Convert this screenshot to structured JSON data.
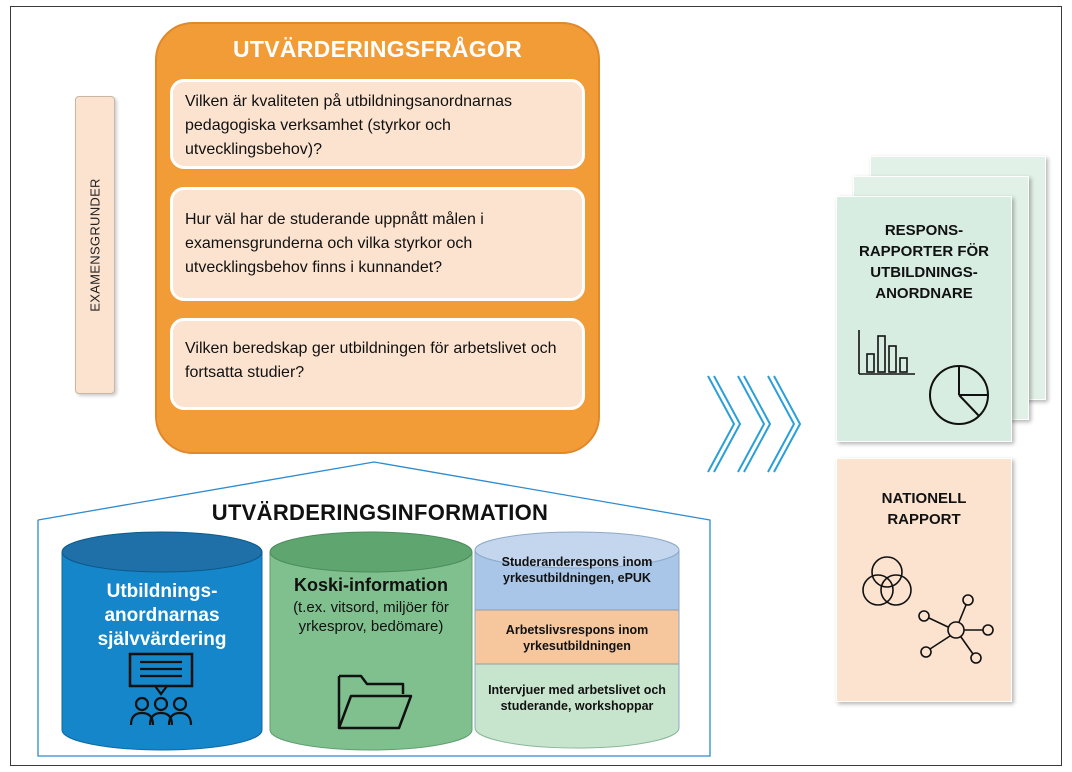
{
  "side_label": "EXAMENSGRUNDER",
  "questions": {
    "title": "UTVÄRDERINGSFRÅGOR",
    "items": [
      "Vilken är kvaliteten på utbildningsanordnarnas pedagogiska verksamhet (styrkor och utvecklingsbehov)?",
      "Hur väl har de studerande uppnått målen i examensgrunderna och vilka styrkor och utvecklingsbehov finns i kunnandet?",
      "Vilken beredskap ger utbildningen för arbetslivet och fortsatta studier?"
    ]
  },
  "information": {
    "title": "UTVÄRDERINGSINFORMATION",
    "self_eval": {
      "title": "Utbildnings-anordnarnas självvärdering",
      "icon": "presentation-group-icon",
      "color": "#1486c9"
    },
    "koski": {
      "title": "Koski-information",
      "subtitle": "(t.ex. vitsord, miljöer för yrkesprov, bedömare)",
      "icon": "folder-icon",
      "color": "#80c08f"
    },
    "feedback": [
      {
        "label": "Studeranderespons inom yrkesutbildningen, ePUK",
        "color": "#a9c6e8"
      },
      {
        "label": "Arbetslivsrespons inom yrkesutbildningen",
        "color": "#f6c79d"
      },
      {
        "label": "Intervjuer med arbetslivet och studerande, workshoppar",
        "color": "#c7e5cd"
      }
    ]
  },
  "arrow_icon": "triple-chevron-icon",
  "reports": {
    "provider": {
      "title": "RESPONS-RAPPORTER FÖR UTBILDNINGS-ANORDNARE",
      "icons": [
        "bar-chart-icon",
        "pie-chart-icon"
      ],
      "color": "#d8ede1"
    },
    "national": {
      "title": "NATIONELL RAPPORT",
      "icons": [
        "venn-diagram-icon",
        "network-icon"
      ],
      "color": "#fbe3cf"
    }
  }
}
